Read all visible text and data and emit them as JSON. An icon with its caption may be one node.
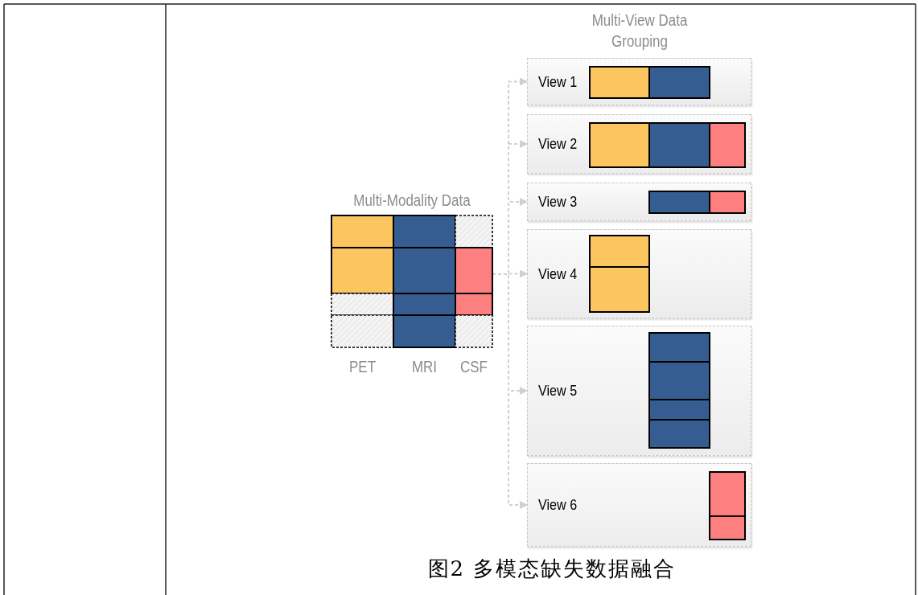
{
  "diagram": {
    "caption": "图2 多模态缺失数据融合",
    "nodes": [
      {
        "text": [
          "Multi-Modality Data"
        ]
      },
      {
        "text": [
          "View 1"
        ]
      },
      {
        "text": [
          "View 2"
        ]
      },
      {
        "text": [
          "View 3"
        ]
      },
      {
        "text": [
          "View 4"
        ]
      },
      {
        "text": [
          "View 5"
        ]
      },
      {
        "text": [
          "View 6"
        ]
      }
    ],
    "edges": [
      {
        "from": 0,
        "to": 1,
        "arrow": "to",
        "style": "dashed"
      },
      {
        "from": 0,
        "to": 2,
        "arrow": "to",
        "style": "dashed"
      },
      {
        "from": 0,
        "to": 3,
        "arrow": "to",
        "style": "dashed"
      },
      {
        "from": 0,
        "to": 4,
        "arrow": "to",
        "style": "dashed"
      },
      {
        "from": 0,
        "to": 5,
        "arrow": "to",
        "style": "dashed"
      },
      {
        "from": 0,
        "to": 6,
        "arrow": "to",
        "style": "dashed"
      }
    ],
    "labels": [
      "Multi-View Data Grouping",
      "PET",
      "MRI",
      "CSF"
    ]
  }
}
